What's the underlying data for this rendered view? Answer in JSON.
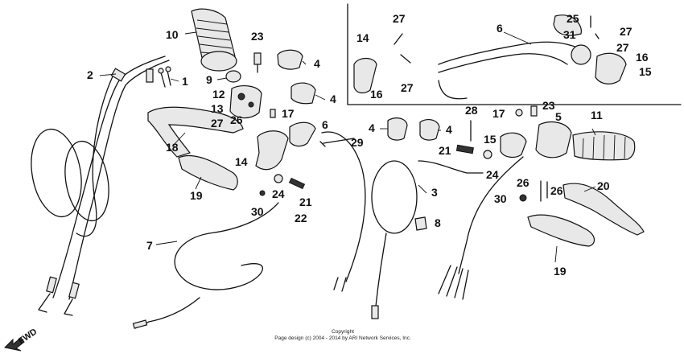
{
  "diagram": {
    "callouts": [
      "1",
      "2",
      "3",
      "4",
      "4",
      "4",
      "4",
      "5",
      "6",
      "6",
      "7",
      "8",
      "9",
      "10",
      "11",
      "12",
      "13",
      "14",
      "14",
      "15",
      "15",
      "16",
      "16",
      "17",
      "17",
      "18",
      "19",
      "19",
      "20",
      "21",
      "21",
      "22",
      "23",
      "23",
      "24",
      "24",
      "25",
      "26",
      "26",
      "26",
      "27",
      "27",
      "27",
      "27",
      "27",
      "28",
      "29",
      "30",
      "30",
      "31"
    ],
    "orientation_label": "FWD",
    "copyright_line1": "Copyright",
    "copyright_line2": "Page design (c) 2004 - 2014 by ARI Network Services, Inc."
  }
}
